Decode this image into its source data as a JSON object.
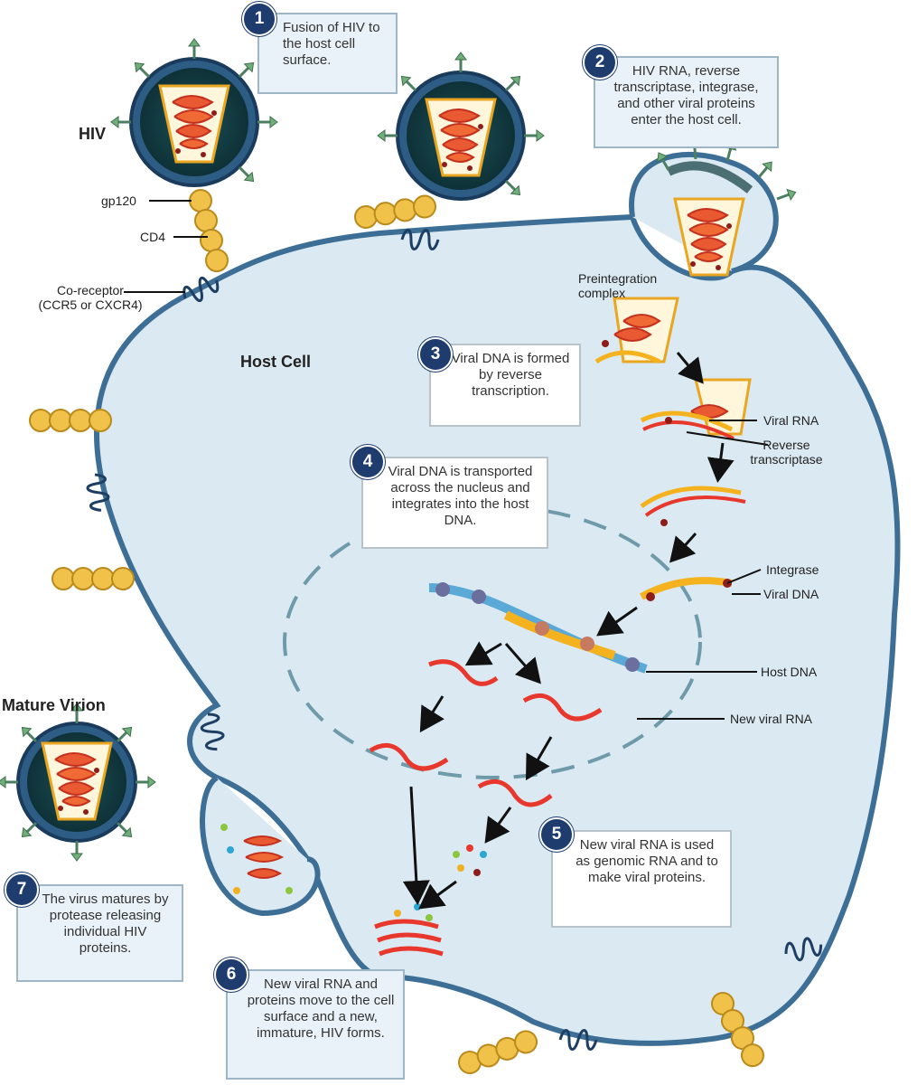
{
  "labels": {
    "hiv": "HIV",
    "host_cell": "Host Cell",
    "mature_virion": "Mature Virion",
    "gp120": "gp120",
    "cd4": "CD4",
    "coreceptor_line1": "Co-receptor",
    "coreceptor_line2": "(CCR5 or CXCR4)",
    "preintegration_line1": "Preintegration",
    "preintegration_line2": "complex",
    "viral_rna": "Viral RNA",
    "reverse_line1": "Reverse",
    "reverse_line2": "transcriptase",
    "integrase": "Integrase",
    "viral_dna": "Viral DNA",
    "host_dna": "Host DNA",
    "new_viral_rna": "New viral RNA"
  },
  "steps": [
    {
      "number": "1",
      "text": "Fusion of  HIV to the host cell surface."
    },
    {
      "number": "2",
      "text": "HIV RNA, reverse transcriptase, integrase, and other viral proteins enter the host cell."
    },
    {
      "number": "3",
      "text": "Viral DNA is formed by reverse transcription."
    },
    {
      "number": "4",
      "text": "Viral DNA is transported across the nucleus and integrates into the host DNA."
    },
    {
      "number": "5",
      "text": "New viral RNA is used as genomic RNA and to make viral proteins."
    },
    {
      "number": "6",
      "text": "New viral RNA and proteins move to the cell surface and a new, immature, HIV forms."
    },
    {
      "number": "7",
      "text": "The virus matures by protease releasing individual HIV proteins."
    }
  ],
  "colors": {
    "cytoplasm": "#dbeaf2",
    "membrane": "#3d6e95",
    "virus_core": "#0f3a3f",
    "rna": "#e8372c",
    "dna": "#f5b21f",
    "host_dna": "#5aa9d6",
    "badge": "#1f3c6e"
  }
}
